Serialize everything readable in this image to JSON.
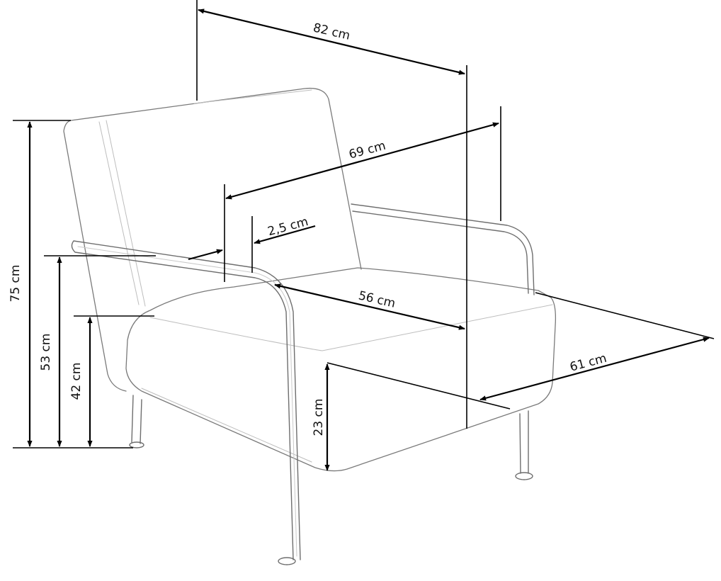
{
  "dimensions": {
    "total_width": "82 cm",
    "seat_frame_width": "69 cm",
    "armrest_thickness": "2,5 cm",
    "seat_width": "56 cm",
    "total_depth": "61 cm",
    "total_height": "75 cm",
    "armrest_height": "53 cm",
    "seat_height": "42 cm",
    "cushion_thickness": "23 cm"
  }
}
